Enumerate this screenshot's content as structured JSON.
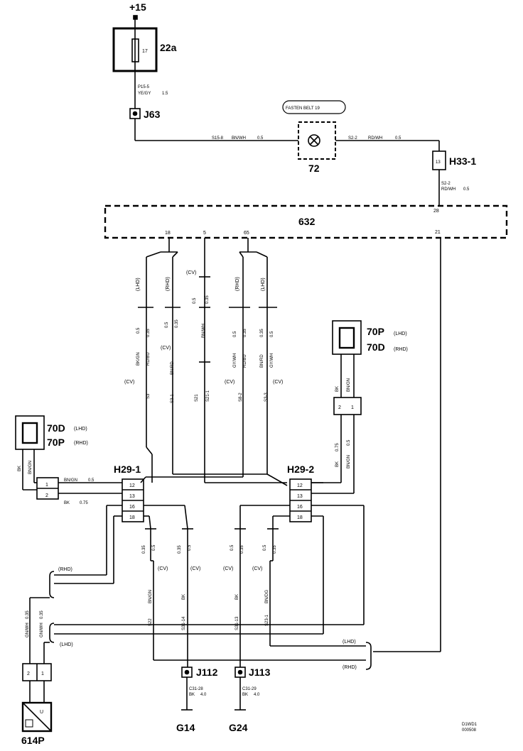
{
  "supply": {
    "label": "+15"
  },
  "fuse": {
    "id": "22a",
    "number": "17"
  },
  "wire_p15": {
    "code": "P15-5",
    "color": "YE/GY",
    "size": "1.5"
  },
  "connectors": {
    "j63": "J63",
    "h33": "H33-1",
    "h33_pin": "13",
    "h29_1": "H29-1",
    "h29_2": "H29-2",
    "j112": "J112",
    "j113": "J113"
  },
  "lamp": {
    "id": "72",
    "badge": "FASTEN BELT 19"
  },
  "wire_s158": {
    "code": "S15-8",
    "color": "BN/WH",
    "size": "0.5"
  },
  "wire_s22_top": {
    "code": "S2-2",
    "color": "RD/WH",
    "size": "0.5"
  },
  "wire_s22_right": {
    "code": "S2-2",
    "color": "RD/WH",
    "size": "0.5"
  },
  "module": {
    "id": "632",
    "pin_28": "28",
    "pin_21": "21",
    "pin_18": "18",
    "pin_5": "5",
    "pin_65": "65"
  },
  "switch_right": {
    "l1": "70P",
    "t1": "(LHD)",
    "l2": "70D",
    "t2": "(RHD)",
    "pin2": "2",
    "pin1": "1"
  },
  "switch_left": {
    "l1": "70D",
    "t1": "(LHD)",
    "l2": "70P",
    "t2": "(RHD)",
    "pin1": "1",
    "pin2": "2"
  },
  "variants": {
    "lhd": "(LHD)",
    "rhd": "(RHD)",
    "cv": "(CV)"
  },
  "pins": {
    "p12": "12",
    "p13": "13",
    "p16": "16",
    "p18": "18"
  },
  "sizes": {
    "s05": "0.5",
    "s035": "0.35",
    "s075": "0.75",
    "s4": "4.0"
  },
  "colors": {
    "bk_gn": "BK/GN",
    "rd_bu": "RD/BU",
    "bn_wh": "BN/WH",
    "bn_rd": "BN/RD",
    "gy_wh": "GY/WH",
    "bk": "BK",
    "bn_gn": "BN/GN",
    "bn_dg": "BN/DG",
    "gn_wh": "GN/WH",
    "rd_wh": "RD/WH"
  },
  "codes": {
    "s3": "S3",
    "s31": "S3-1",
    "s21": "S21",
    "s211": "S21-1",
    "s82": "S8-2",
    "s3b": "S3-3",
    "s22": "S22",
    "s3114": "S31-14",
    "s3113": "S31-13",
    "s231": "S23-1",
    "c3128": "C31-28",
    "c3129": "C31-29"
  },
  "grounds": {
    "g14": "G14",
    "g24": "G24"
  },
  "sensor": {
    "id": "614P",
    "mark": "U",
    "pin2": "2",
    "pin1": "1"
  },
  "footer": {
    "l1": "D1WD1",
    "l2": "000508"
  }
}
